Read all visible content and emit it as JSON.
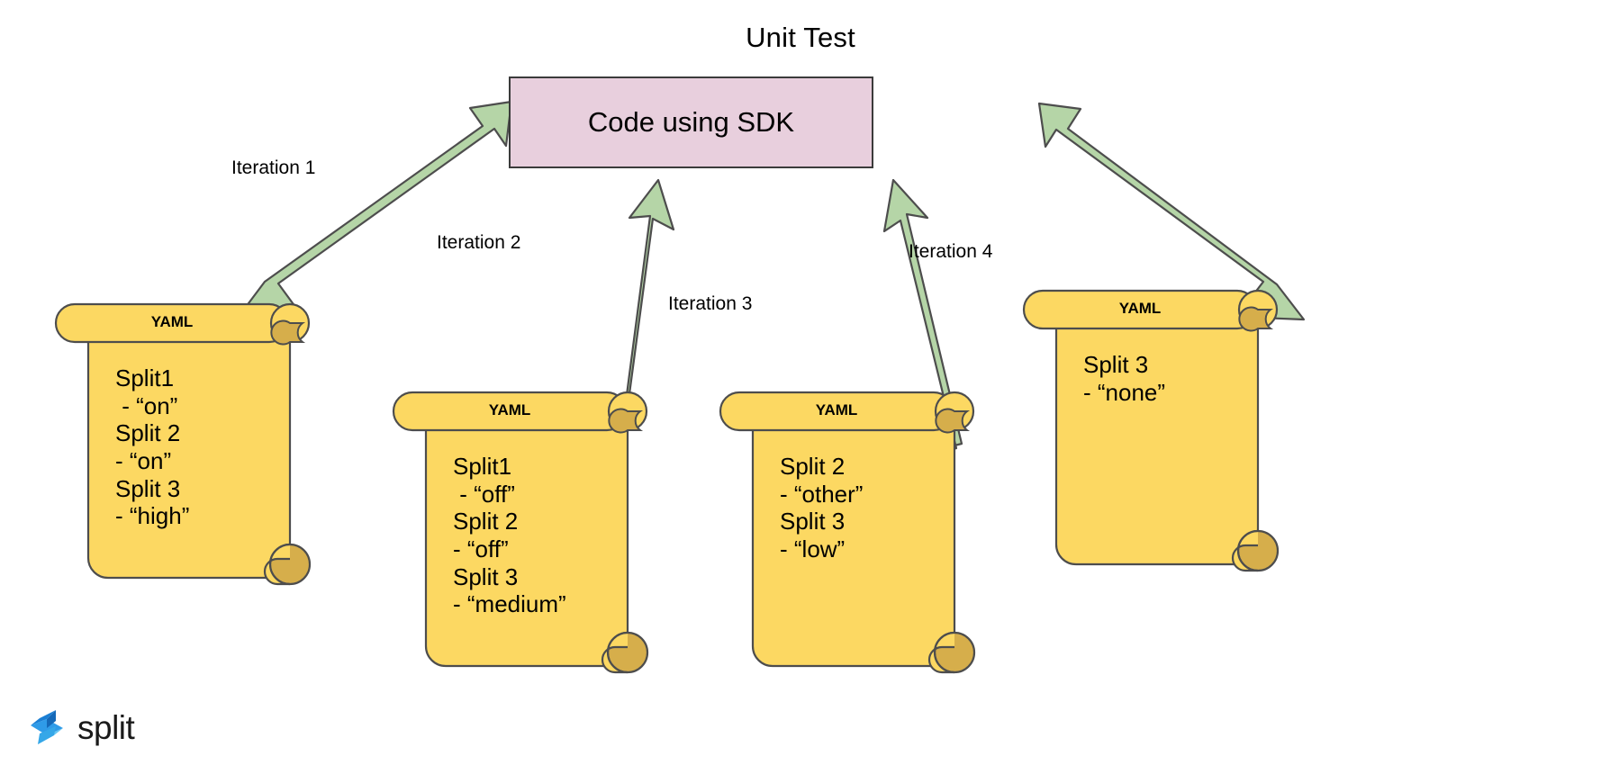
{
  "diagram": {
    "title": "Unit Test",
    "type": "flow-diagram",
    "colors": {
      "scroll_fill": "#FCD862",
      "scroll_curl": "#D6AE4B",
      "scroll_stroke": "#4D4D4D",
      "arrow_fill": "#B5D5A7",
      "arrow_stroke": "#4D4D4D",
      "box_fill": "#E8CFDD",
      "box_stroke": "#3B3B3B",
      "logo_blue_dark": "#1B7FD4",
      "logo_blue_mid": "#2F9BE8",
      "logo_blue_light": "#66C6F2",
      "text": "#000000"
    }
  },
  "center_box": {
    "label": "Code using SDK"
  },
  "arrows": [
    {
      "label": "Iteration 1",
      "from": "yaml-1",
      "to": "code-using-sdk"
    },
    {
      "label": "Iteration 2",
      "from": "yaml-2",
      "to": "code-using-sdk"
    },
    {
      "label": "Iteration 3",
      "from": "yaml-3",
      "to": "code-using-sdk"
    },
    {
      "label": "Iteration 4",
      "from": "yaml-4",
      "to": "code-using-sdk"
    }
  ],
  "scrolls": [
    {
      "id": "yaml-1",
      "title": "YAML",
      "content": "Split1\n - “on”\nSplit 2\n- “on”\nSplit 3\n- “high”"
    },
    {
      "id": "yaml-2",
      "title": "YAML",
      "content": "Split1\n - “off”\nSplit 2\n- “off”\nSplit 3\n- “medium”"
    },
    {
      "id": "yaml-3",
      "title": "YAML",
      "content": "Split 2\n- “other”\nSplit 3\n- “low”"
    },
    {
      "id": "yaml-4",
      "title": "YAML",
      "content": "Split 3\n- “none”"
    }
  ],
  "logo": {
    "wordmark": "split",
    "mark_name": "split-logo-mark"
  }
}
